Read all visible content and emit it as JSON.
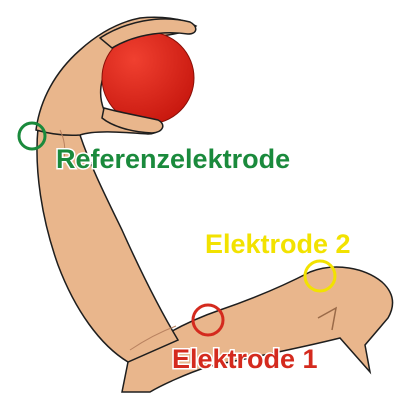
{
  "labels": {
    "reference": "Referenzelektrode",
    "electrode2": "Elektrode 2",
    "electrode1": "Elektrode 1"
  },
  "colors": {
    "reference": "#1a8a3c",
    "electrode2": "#f2e200",
    "electrode1": "#d42a1e",
    "skin": "#e9b68c",
    "ball": "#e0261b",
    "outline": "#1e1e1e"
  },
  "icons": {
    "ball": "red-ball",
    "arm": "flexed-arm"
  }
}
